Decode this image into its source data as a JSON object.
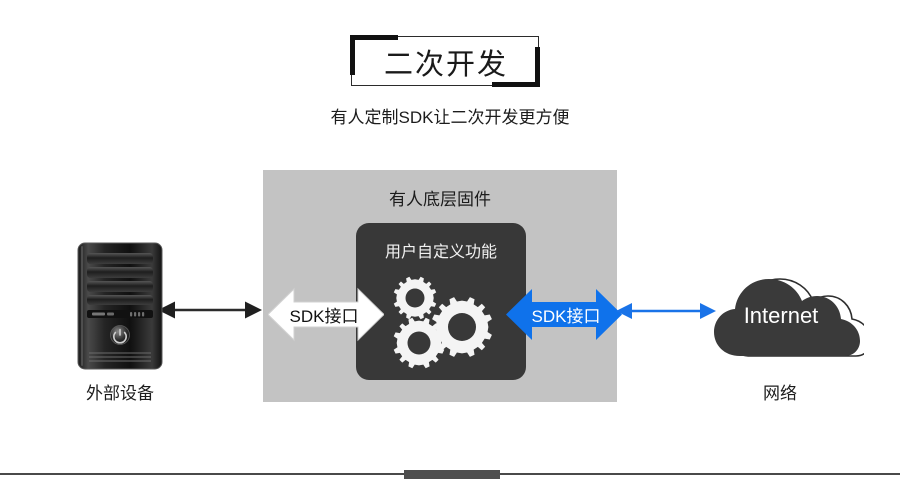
{
  "header": {
    "title": "二次开发",
    "subtitle": "有人定制SDK让二次开发更方便"
  },
  "diagram": {
    "firmware_panel": {
      "label": "有人底层固件",
      "background_color": "#c3c3c3"
    },
    "custom_box": {
      "label": "用户自定义功能",
      "background_color": "#383838",
      "gear_count": 3
    },
    "sdk_arrow_left": {
      "label": "SDK接口",
      "fill_color": "#ffffff",
      "text_color": "#111111",
      "direction": "bidirectional"
    },
    "sdk_arrow_right": {
      "label": "SDK接口",
      "fill_color": "#0f72eb",
      "text_color": "#ffffff",
      "direction": "bidirectional"
    },
    "left_node": {
      "label": "外部设备",
      "icon": "computer-tower-icon"
    },
    "right_node": {
      "label": "网络",
      "text": "Internet",
      "icon": "cloud-icon"
    },
    "connector_left": {
      "color": "#2b2b2b",
      "direction": "bidirectional"
    },
    "connector_right": {
      "color": "#1a73e8",
      "direction": "bidirectional"
    }
  },
  "scrollbar": {
    "orientation": "horizontal",
    "thumb_color": "#4e4e4e",
    "track_color": "#4a4a4a"
  }
}
